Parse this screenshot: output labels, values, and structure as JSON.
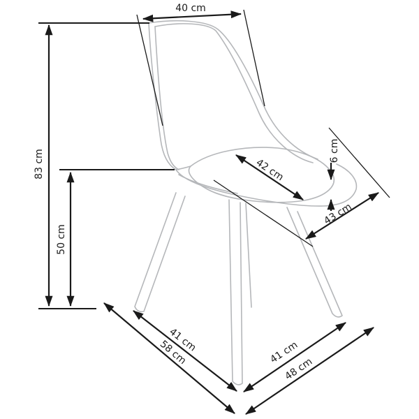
{
  "diagram": {
    "type": "furniture-dimension-diagram",
    "subject": "shell chair with wooden legs, three-quarter view line drawing",
    "unit": "cm",
    "dimensions": {
      "backrest_width": "40 cm",
      "overall_height": "83 cm",
      "seat_height": "50 cm",
      "seat_width": "42 cm",
      "cushion_thickness": "6 cm",
      "seat_depth": "43 cm",
      "base_depth_inner": "41 cm",
      "base_depth_outer": "58 cm",
      "base_width_inner": "41 cm",
      "base_width_outer": "48 cm"
    }
  },
  "colors": {
    "background": "#ffffff",
    "dimension_lines": "#1a1a1a",
    "label_text": "#1b1b1b",
    "chair_outline": "#b5b7ba"
  }
}
